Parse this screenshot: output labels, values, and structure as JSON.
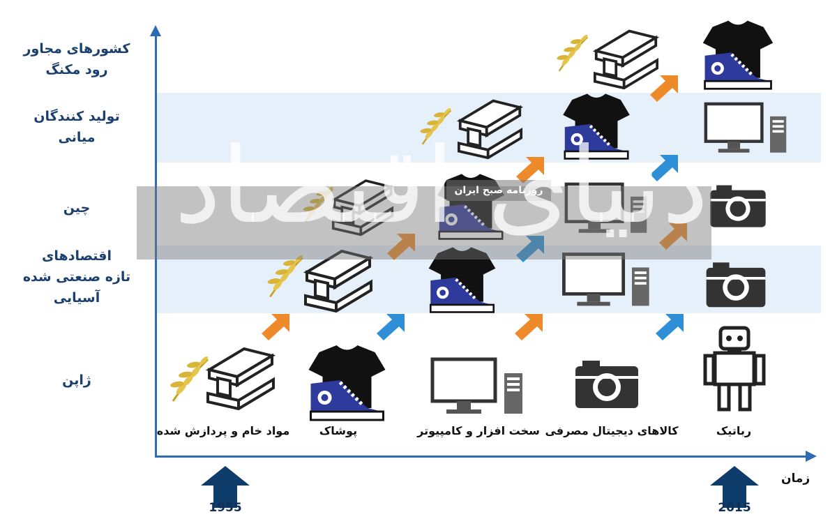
{
  "rows": [
    {
      "id": "mekong",
      "label": "کشورهای مجاور\nرود مکنگ"
    },
    {
      "id": "middle",
      "label": "تولید کنندگان\nمیانی"
    },
    {
      "id": "china",
      "label": "چین"
    },
    {
      "id": "nies",
      "label": "اقتصادهای\nتازه صنعتی شده\nآسیایی"
    },
    {
      "id": "japan",
      "label": "ژاپن"
    }
  ],
  "categories": [
    {
      "label": "مواد خام و پردازش شده"
    },
    {
      "label": "پوشاک"
    },
    {
      "label": "سخت افزار و کامپیوتر"
    },
    {
      "label": "کالاهای دیجیتال مصرفی"
    },
    {
      "label": "رباتیک"
    }
  ],
  "x_axis_label": "زمان",
  "years": [
    "1955",
    "2015"
  ],
  "watermark": {
    "small": "روزنامه صبح ایران",
    "big": "دنیای اقتصاد"
  },
  "colors": {
    "axis": "#2f6bb3",
    "band": "#e6f0fa",
    "label": "#1b3f6e",
    "arrow_orange": "#ee8a2a",
    "arrow_blue": "#2f8fd6",
    "year_arrow": "#0f3d6b"
  },
  "icons": [
    "wheat-icon",
    "steel-beam-icon",
    "tshirt-sneaker-icon",
    "computer-icon",
    "camera-icon",
    "robot-icon"
  ]
}
